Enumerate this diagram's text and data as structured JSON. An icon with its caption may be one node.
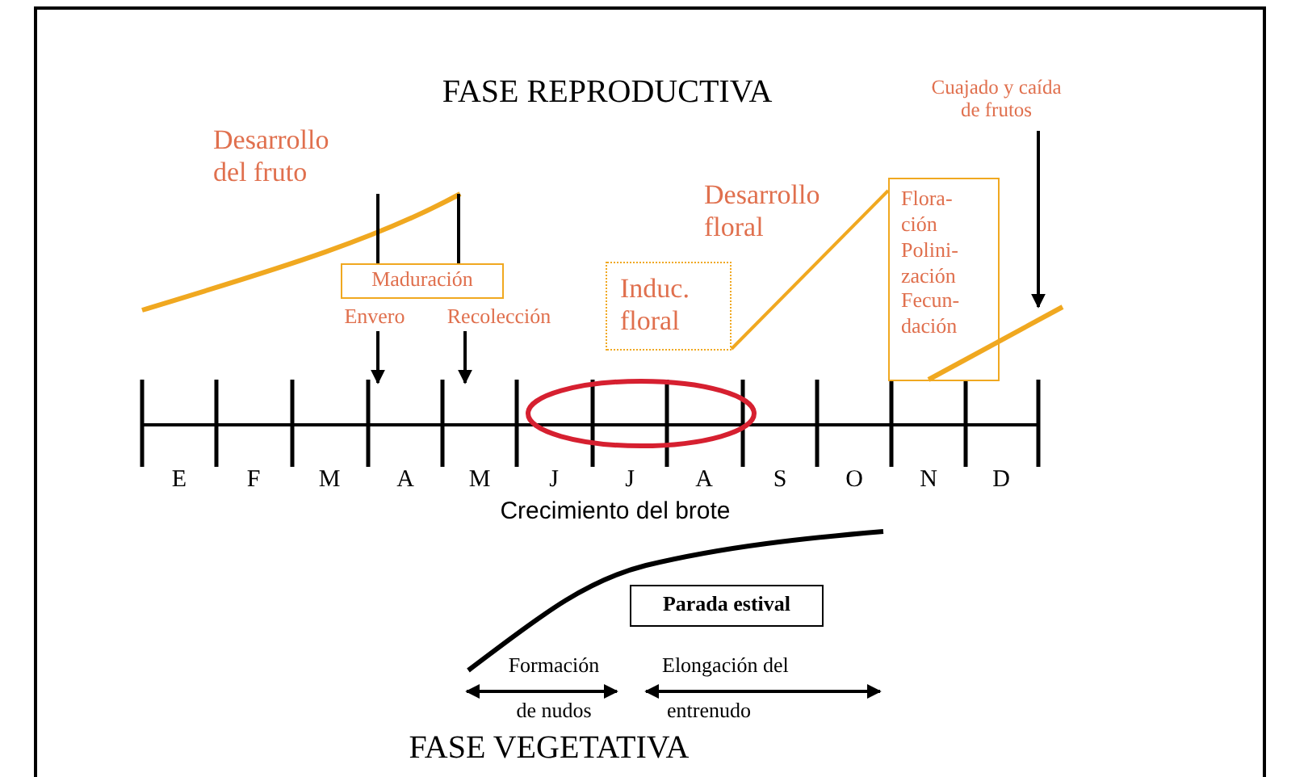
{
  "diagram": {
    "nodes": [
      {
        "text": [
          "Maduración"
        ]
      },
      {
        "text": [
          "Induc. floral"
        ]
      },
      {
        "text": [
          "Flora- ción Polini- zación Fecun- dación"
        ]
      },
      {
        "text": [
          "Parada estival"
        ]
      },
      {
        "text": [
          "Envero"
        ]
      },
      {
        "text": [
          "Recolección"
        ]
      },
      {
        "text": [
          "Cuajado y caída de frutos"
        ]
      },
      {
        "text": [],
        "shape": "line",
        "beside": [
          "Desarrollo del fruto"
        ]
      },
      {
        "text": [],
        "shape": "line"
      }
    ],
    "edges": [
      {
        "from": 7,
        "to": 0,
        "arrow": "none"
      },
      {
        "from": 7,
        "to": 0,
        "arrow": "none"
      },
      {
        "from": 4,
        "to": null,
        "arrow": "to"
      },
      {
        "from": 5,
        "to": null,
        "arrow": "to"
      },
      {
        "from": 6,
        "to": 8,
        "arrow": "to"
      },
      {
        "from": 1,
        "to": 2,
        "arrow": "none",
        "color": "#f0a820"
      }
    ],
    "labels": [
      "FASE REPRODUCTIVA",
      "Desarrollo floral",
      "E",
      "F",
      "M",
      "A",
      "M",
      "J",
      "J",
      "A",
      "S",
      "O",
      "N",
      "D",
      "Crecimiento del brote",
      "Formación",
      "Elongación del",
      "de nudos",
      "entrenudo",
      "FASE VEGETATIVA"
    ]
  }
}
